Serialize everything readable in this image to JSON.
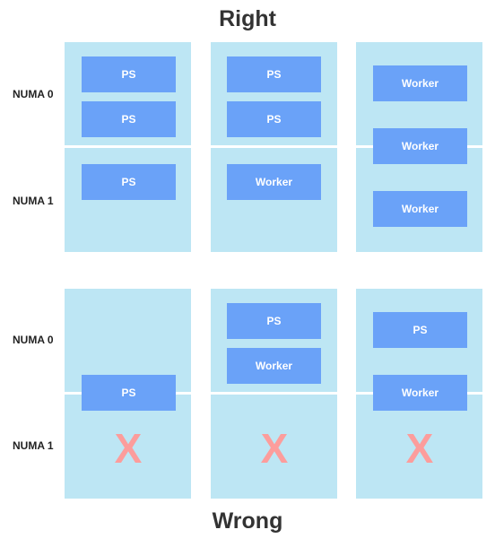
{
  "headings": {
    "top": "Right",
    "bottom": "Wrong"
  },
  "numa_labels": [
    "NUMA 0",
    "NUMA 1"
  ],
  "processes": {
    "ps": "PS",
    "worker": "Worker"
  },
  "error_mark": "X",
  "colors": {
    "machine_bg": "#bde6f4",
    "process": "#6aa2f8",
    "error_mark": "#fc9d9c"
  }
}
